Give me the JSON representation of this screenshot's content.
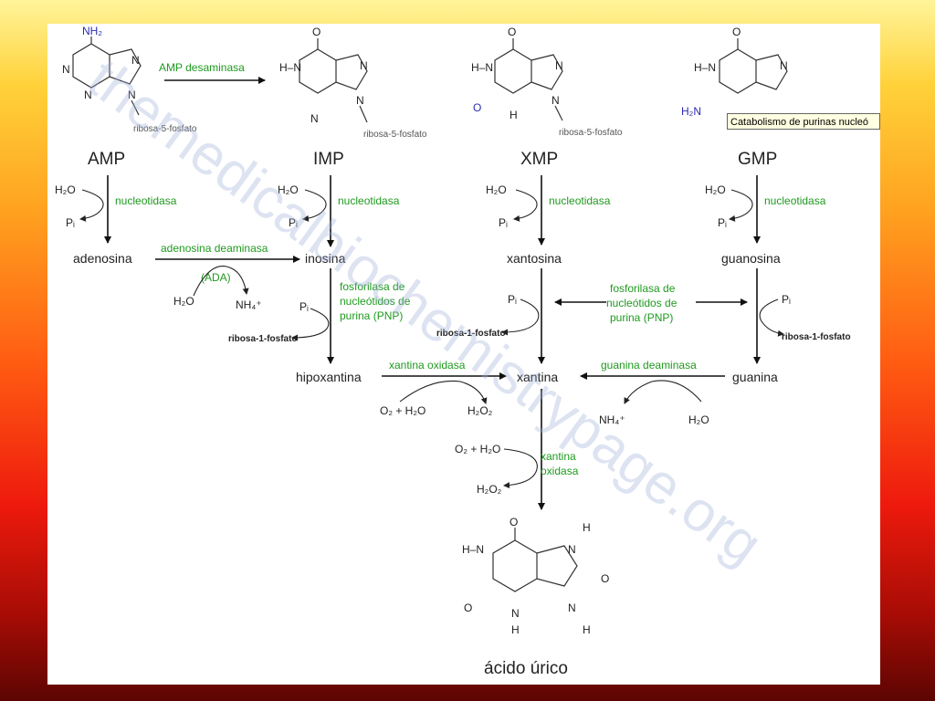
{
  "nucleotides": {
    "amp": "AMP",
    "imp": "IMP",
    "xmp": "XMP",
    "gmp": "GMP"
  },
  "nucleosides": {
    "adenosina": "adenosina",
    "inosina": "inosina",
    "xantosina": "xantosina",
    "guanosina": "guanosina"
  },
  "bases": {
    "hipoxantina": "hipoxantina",
    "xantina": "xantina",
    "guanina": "guanina",
    "acido_urico": "ácido úrico"
  },
  "enzymes": {
    "amp_desaminasa": "AMP desaminasa",
    "nucleotidasa": "nucleotidasa",
    "adenosina_deaminasa": "adenosina deaminasa",
    "ada": "(ADA)",
    "pnp_line1": "fosforilasa de",
    "pnp_line2": "nucleótidos de",
    "pnp_line3": "purina (PNP)",
    "xantina_oxidasa": "xantina oxidasa",
    "xantina_line1": "xantina",
    "xantina_line2": "oxidasa",
    "guanina_deaminasa": "guanina deaminasa"
  },
  "reagents": {
    "h2o": "H₂O",
    "pi": "Pᵢ",
    "nh4": "NH₄⁺",
    "o2_h2o": "O₂ + H₂O",
    "h2o2": "H₂O₂",
    "ribosa_1_fosfato": "ribosa-1-fosfato",
    "ribosa_5_fosfato": "ribosa-5-fosfato"
  },
  "atoms": {
    "N": "N",
    "O": "O",
    "H": "H",
    "NH2": "NH₂",
    "H2N": "H₂N",
    "HN": "H–N"
  },
  "watermark": "themedicalbiochemistrypage.org",
  "tooltip": "Catabolismo de purinas nucleó",
  "colors": {
    "enzyme_green": "#1f9a1f",
    "heteroatom_blue": "#2a2ab0"
  }
}
